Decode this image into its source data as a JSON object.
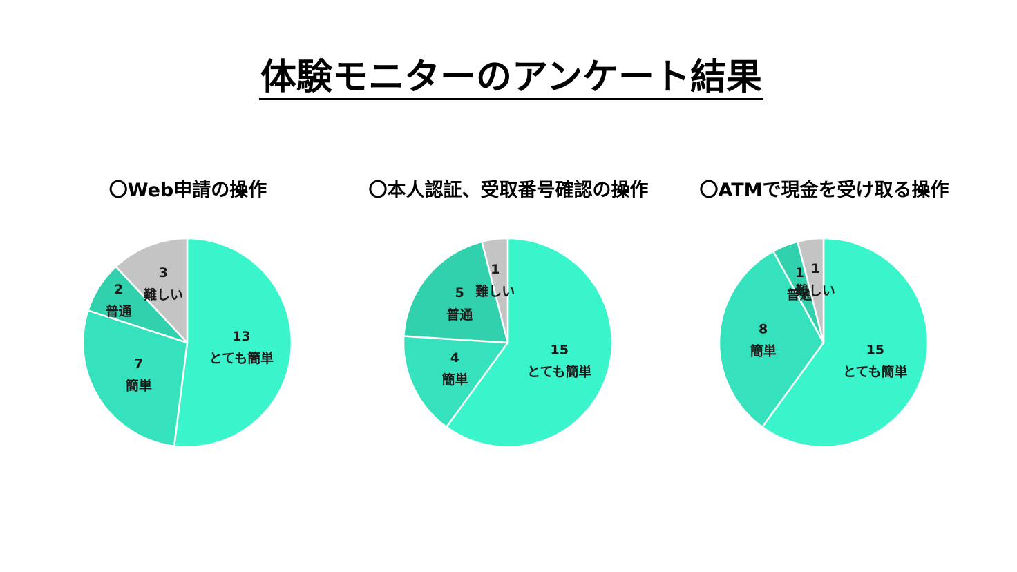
{
  "title": "体験モニターのアンケート結果",
  "colors": {
    "とても簡単": "#3af5cb",
    "簡単": "#35e2bd",
    "普通": "#32d1ad",
    "難しい": "#c4c4c4",
    "stroke": "#ffffff"
  },
  "chart_data": [
    {
      "type": "pie",
      "title": "〇Web申請の操作",
      "categories": [
        "とても簡単",
        "簡単",
        "普通",
        "難しい"
      ],
      "values": [
        13,
        7,
        2,
        3
      ],
      "start": "12 o'clock",
      "direction": "clockwise"
    },
    {
      "type": "pie",
      "title": "〇本人認証、受取番号確認の操作",
      "categories": [
        "とても簡単",
        "簡単",
        "普通",
        "難しい"
      ],
      "values": [
        15,
        4,
        5,
        1
      ],
      "start": "12 o'clock",
      "direction": "clockwise"
    },
    {
      "type": "pie",
      "title": "〇ATMで現金を受け取る操作",
      "categories": [
        "とても簡単",
        "簡単",
        "普通",
        "難しい"
      ],
      "values": [
        15,
        8,
        1,
        1
      ],
      "start": "12 o'clock",
      "direction": "clockwise"
    }
  ]
}
